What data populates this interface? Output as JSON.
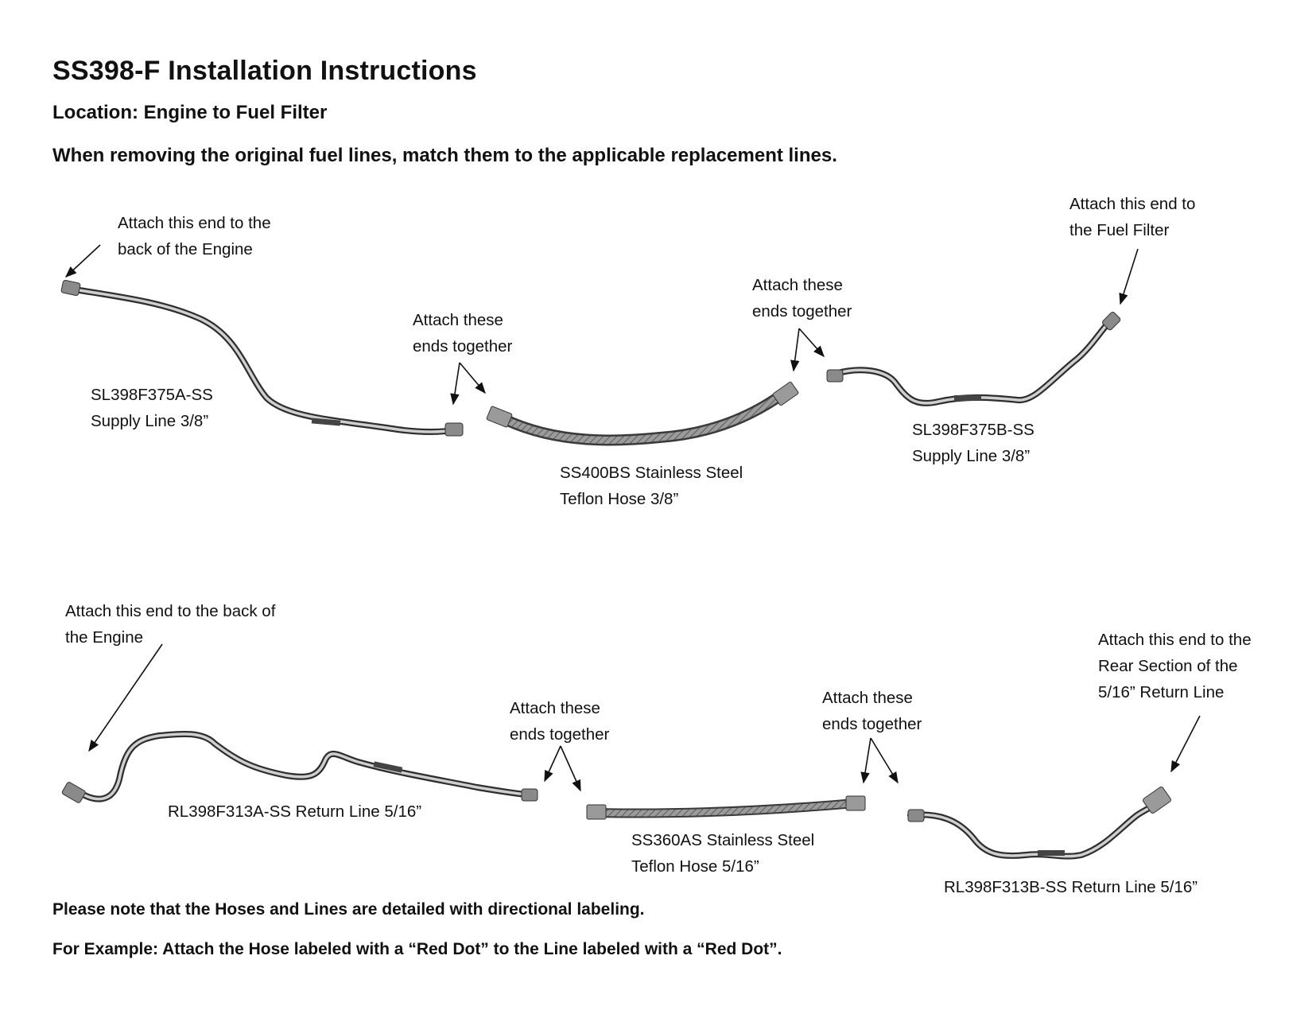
{
  "title": "SS398-F Installation Instructions",
  "location": "Location: Engine to Fuel Filter",
  "instruction": "When removing the original fuel lines, match them to the applicable replacement lines.",
  "supply": {
    "engine_note": [
      "Attach this end to the",
      "back of the Engine"
    ],
    "line_a": [
      "SL398F375A-SS",
      "Supply Line 3/8”"
    ],
    "join_1": [
      "Attach these",
      "ends together"
    ],
    "hose": [
      "SS400BS Stainless Steel",
      "Teflon Hose 3/8”"
    ],
    "join_2": [
      "Attach these",
      "ends together"
    ],
    "filter_note": [
      "Attach this end to",
      "the Fuel Filter"
    ],
    "line_b": [
      "SL398F375B-SS",
      "Supply Line 3/8”"
    ]
  },
  "return": {
    "engine_note": [
      "Attach this end to the back of",
      "the Engine"
    ],
    "line_a": "RL398F313A-SS Return Line 5/16”",
    "join_1": [
      "Attach these",
      "ends together"
    ],
    "hose": [
      "SS360AS Stainless Steel",
      "Teflon Hose 5/16”"
    ],
    "join_2": [
      "Attach these",
      "ends together"
    ],
    "rear_note": [
      "Attach this end to the",
      "Rear Section of the",
      "5/16” Return Line"
    ],
    "line_b": "RL398F313B-SS Return Line 5/16”"
  },
  "footer": {
    "note_1": "Please note that the Hoses and Lines are detailed with directional labeling.",
    "note_2": "For Example: Attach the Hose labeled with a “Red Dot” to the Line labeled with a “Red Dot”."
  }
}
